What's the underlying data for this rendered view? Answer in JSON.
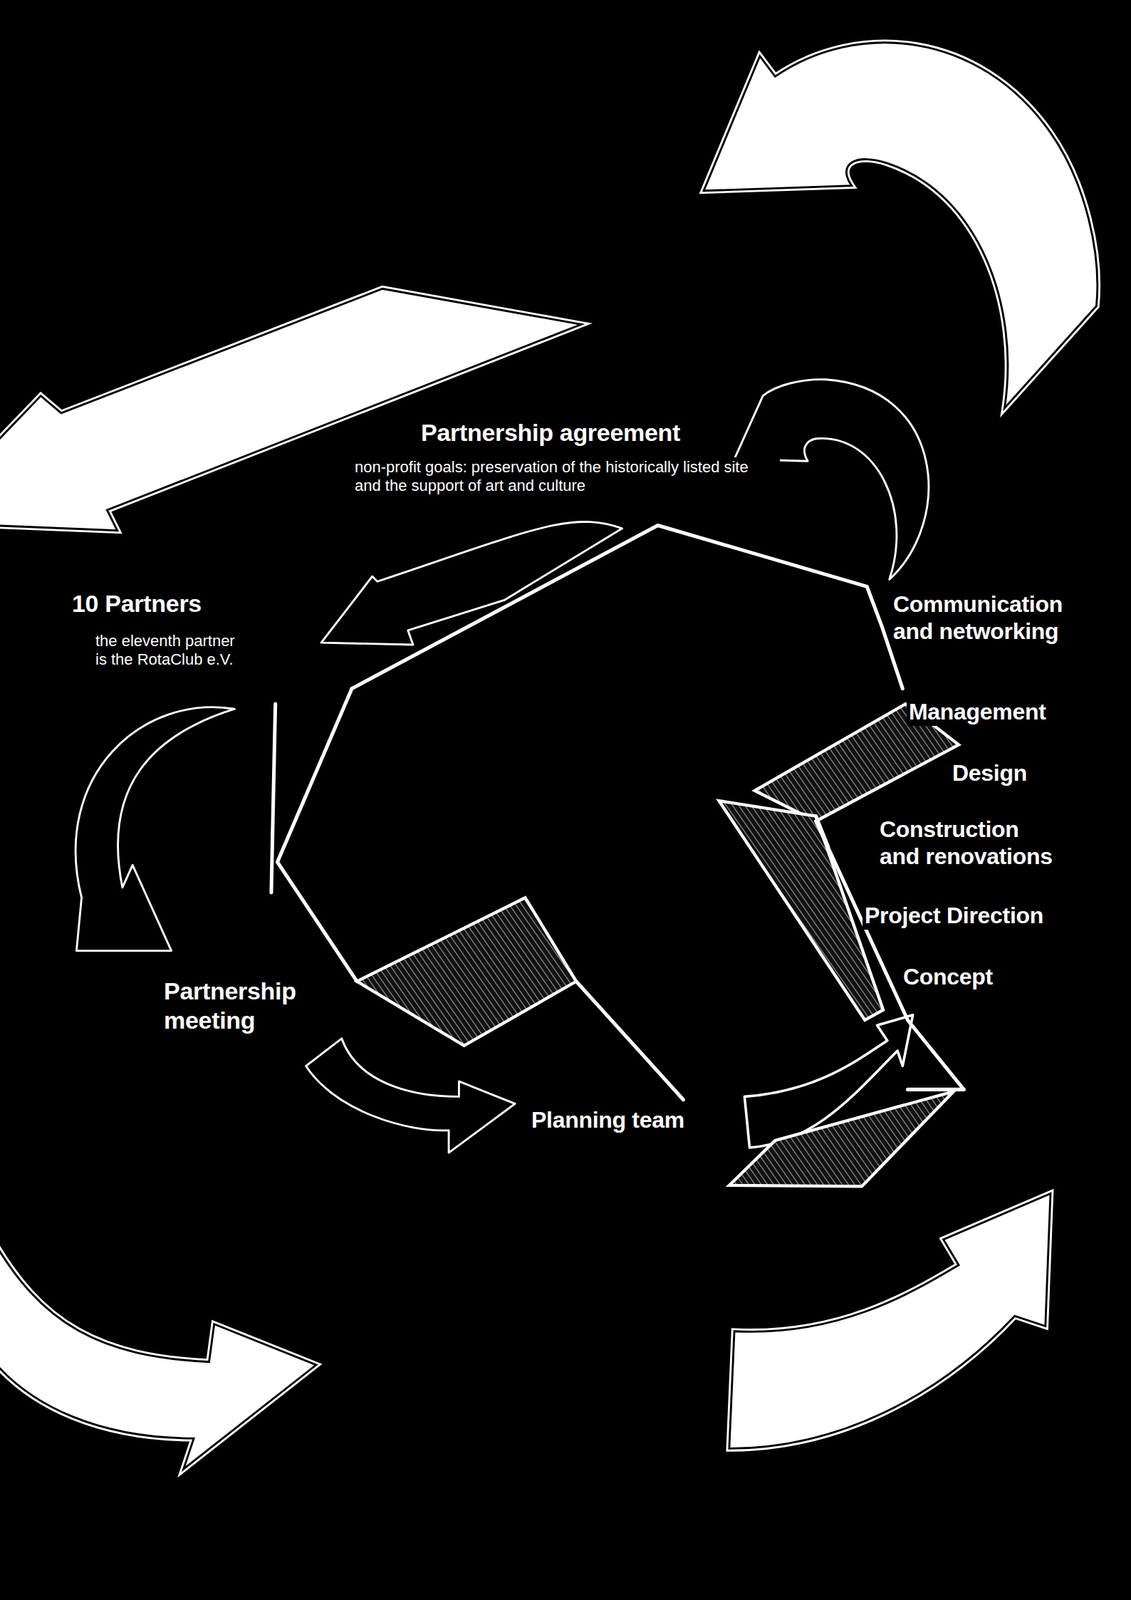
{
  "diagram": {
    "labels": [
      "Partnership agreement",
      "non-profit goals: preservation of the historically listed site and the support of art and culture",
      "10 Partners",
      "the eleventh partner is the RotaClub e.V.",
      "Communication and networking",
      "Management",
      "Design",
      "Construction and renovations",
      "Project Direction",
      "Concept",
      "Partnership meeting",
      "Planning team"
    ]
  }
}
